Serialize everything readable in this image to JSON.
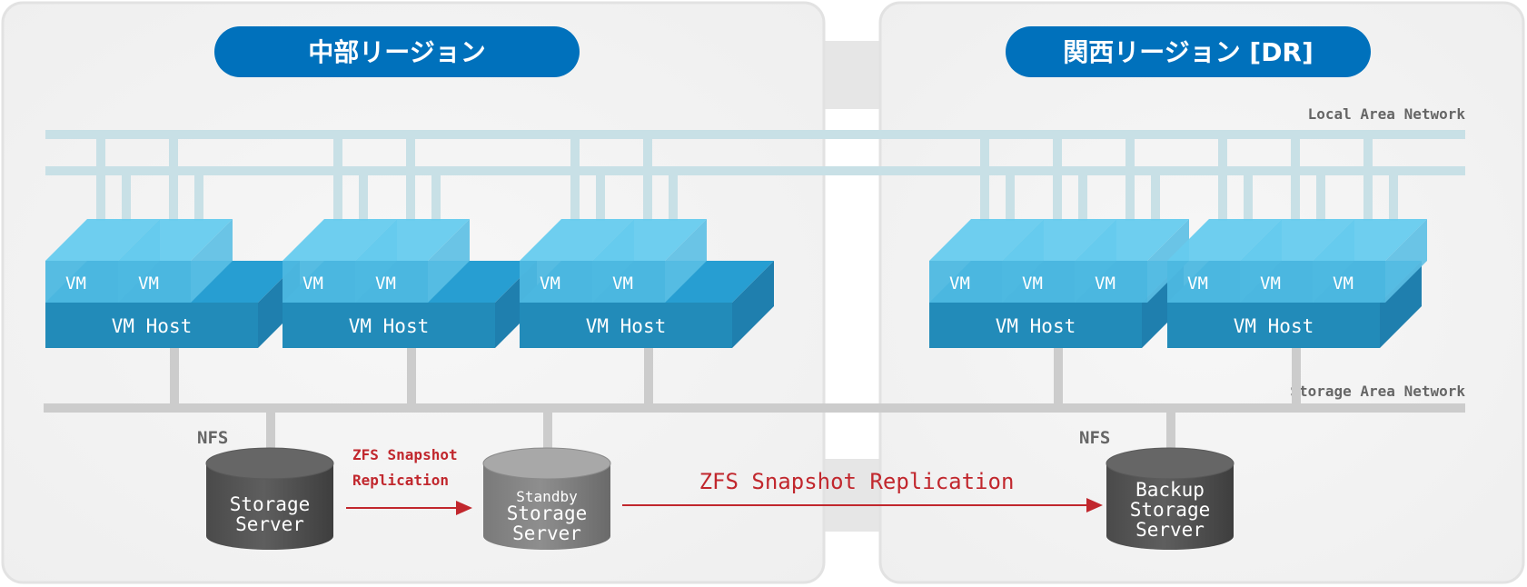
{
  "regions": [
    {
      "title": "中部リージョン",
      "name": "chubu"
    },
    {
      "title": "関西リージョン [DR]",
      "name": "kansai"
    }
  ],
  "networks": {
    "lan_label": "Local Area Network",
    "san_label": "Storage Area Network"
  },
  "vm_label": "VM",
  "host_label": "VM Host",
  "hosts": [
    {
      "region": "chubu",
      "vm_count": 2
    },
    {
      "region": "chubu",
      "vm_count": 2
    },
    {
      "region": "chubu",
      "vm_count": 2
    },
    {
      "region": "kansai",
      "vm_count": 3
    },
    {
      "region": "kansai",
      "vm_count": 3
    }
  ],
  "storage": {
    "primary": {
      "lines": [
        "Storage",
        "Server"
      ],
      "protocol": "NFS"
    },
    "standby": {
      "lines": [
        "Standby",
        "Storage",
        "Server"
      ]
    },
    "backup": {
      "lines": [
        "Backup",
        "Storage",
        "Server"
      ],
      "protocol": "NFS"
    }
  },
  "replication": {
    "local_label_lines": [
      "ZFS Snapshot",
      "Replication"
    ],
    "remote_label": "ZFS Snapshot Replication"
  },
  "colors": {
    "region_badge": "#0071bc",
    "lan": "#c8e0e6",
    "san": "#cccccc",
    "vm_front": "#4db8e0",
    "vm_top": "#66cbee",
    "host_front": "#228bb9",
    "host_top": "#279ed2",
    "host_side": "#1f7fae",
    "arrow": "#c1272d",
    "label_gray": "#666666",
    "panel": "#f1f1f1"
  }
}
